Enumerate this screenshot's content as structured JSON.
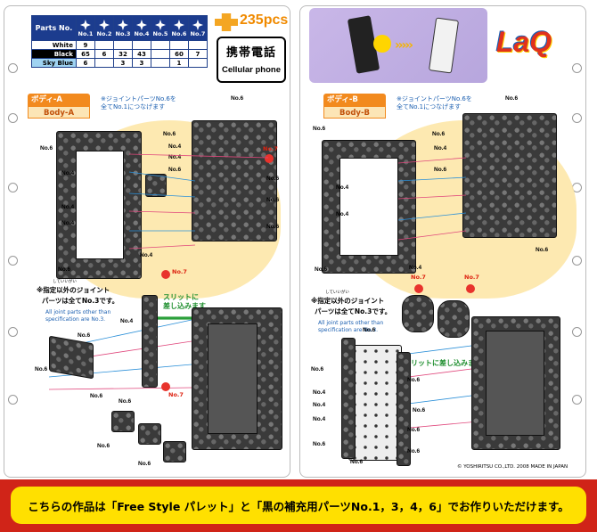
{
  "parts_table": {
    "header": "Parts No.",
    "columns": [
      "No.1",
      "No.2",
      "No.3",
      "No.4",
      "No.5",
      "No.6",
      "No.7"
    ],
    "rows": [
      {
        "label": "White",
        "values": [
          "9",
          "",
          "",
          "",
          "",
          "",
          ""
        ]
      },
      {
        "label": "Black",
        "values": [
          "65",
          "6",
          "32",
          "43",
          "",
          "60",
          "7"
        ]
      },
      {
        "label": "Sky Blue",
        "values": [
          "6",
          "",
          "3",
          "3",
          "",
          "1",
          ""
        ]
      }
    ]
  },
  "piece_count": "235pcs",
  "title": {
    "jp": "携帯電話",
    "en": "Cellular phone"
  },
  "left": {
    "label_jp": "ボディ-A",
    "label_en": "Body-A",
    "note_top": "※ジョイントパーツNo.6を\n全てNo.1につなげます",
    "note_mid_jp_1": "※指定以外のジョイント",
    "note_mid_ruby": "していいがい",
    "note_mid_jp_2": "パーツは全てNo.3です。",
    "note_mid_en": "All joint parts other than\nspecification are No.3.",
    "slit": "スリットに\n差し込みます"
  },
  "right": {
    "label_jp": "ボディ-B",
    "label_en": "Body-B",
    "note_top": "※ジョイントパーツNo.6を\n全てNo.1につなげます",
    "note_mid_jp_1": "※指定以外のジョイント",
    "note_mid_ruby": "していいがい",
    "note_mid_jp_2": "パーツは全てNo.3です。",
    "note_mid_en": "All joint parts other than\nspecification are No.3.",
    "slit": "スリットに差し込みます",
    "logo": "LaQ",
    "copyright": "© YOSHIRITSU CO.,LTD. 2008 MADE IN JAPAN"
  },
  "part_labels": {
    "no6": "No.6",
    "no4": "No.4",
    "no7": "No.7"
  },
  "footer": "こちらの作品は「Free Style パレット」と「黒の補充用パーツNo.1，3，4，6」でお作りいただけます。",
  "colors": {
    "accent_orange": "#f28a1e",
    "footer_yellow": "#ffe000",
    "footer_border": "#d02418",
    "table_blue": "#1c3c8e"
  }
}
